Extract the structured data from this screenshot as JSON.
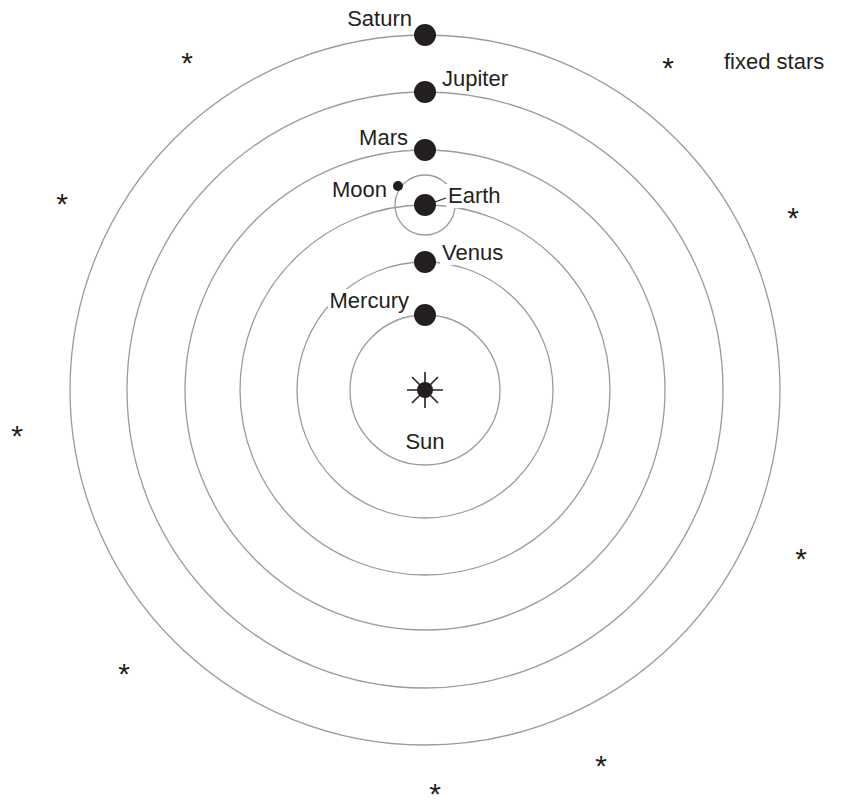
{
  "diagram": {
    "labels": [
      "Saturn",
      "Jupiter",
      "Mars",
      "Moon",
      "Earth",
      "Venus",
      "Mercury",
      "Sun",
      "fixed stars",
      "*",
      "*",
      "*",
      "*",
      "*",
      "*",
      "*",
      "*",
      "*"
    ]
  }
}
